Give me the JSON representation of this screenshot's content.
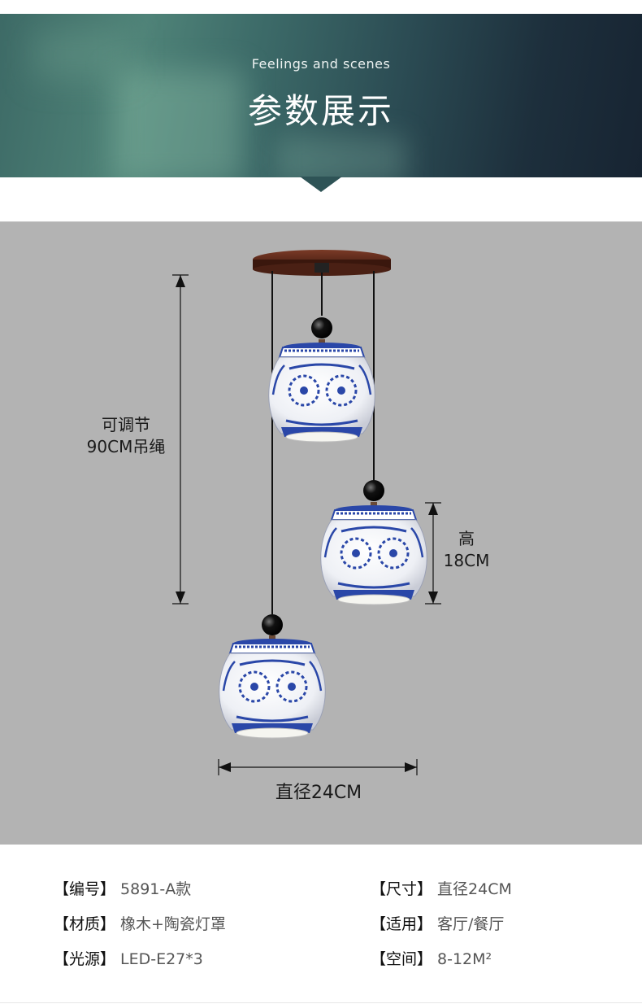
{
  "banner": {
    "subtitle": "Feelings and scenes",
    "title": "参数展示"
  },
  "diagram": {
    "cord_label": [
      "可调节",
      "90CM吊绳"
    ],
    "height_label": [
      "高",
      "18CM"
    ],
    "diameter_label": "直径24CM"
  },
  "specs": [
    {
      "key": "【编号】",
      "value": "5891-A款"
    },
    {
      "key": "【尺寸】",
      "value": "直径24CM"
    },
    {
      "key": "【材质】",
      "value": "橡木+陶瓷灯罩"
    },
    {
      "key": "【适用】",
      "value": "客厅/餐厅"
    },
    {
      "key": "【光源】",
      "value": "LED-E27*3"
    },
    {
      "key": "【空间】",
      "value": "8-12M²"
    }
  ],
  "colors": {
    "panel": "#b3b3b3",
    "banner_dark": "#172432",
    "banner_light": "#4f8378",
    "porcelain_blue": "#2a47a8",
    "wood": "#5a2a1c"
  }
}
